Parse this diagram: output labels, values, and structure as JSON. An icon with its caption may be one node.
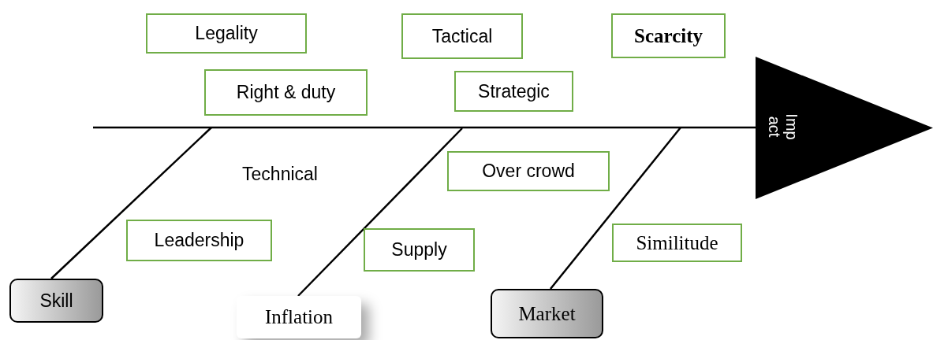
{
  "diagram": {
    "nodes": [
      {
        "text": [
          "Legality"
        ]
      },
      {
        "text": [
          "Tactical"
        ]
      },
      {
        "text": [
          "Scarcity"
        ]
      },
      {
        "text": [
          "Right & duty"
        ]
      },
      {
        "text": [
          "Strategic"
        ]
      },
      {
        "text": [
          "Imp act"
        ]
      },
      {
        "text": [
          "Technical"
        ]
      },
      {
        "text": [
          "Over crowd"
        ]
      },
      {
        "text": [
          "Leadership"
        ]
      },
      {
        "text": [
          "Supply"
        ]
      },
      {
        "text": [
          "Similitude"
        ]
      },
      {
        "text": [
          "Skill"
        ]
      },
      {
        "text": [
          "Inflation"
        ]
      },
      {
        "text": [
          "Market"
        ]
      }
    ],
    "edges": [
      {
        "from": null,
        "to": 5,
        "arrow": "none"
      },
      {
        "from": 11,
        "to": null,
        "arrow": "none"
      },
      {
        "from": 12,
        "to": null,
        "arrow": "none"
      },
      {
        "from": 13,
        "to": null,
        "arrow": "none"
      }
    ]
  }
}
